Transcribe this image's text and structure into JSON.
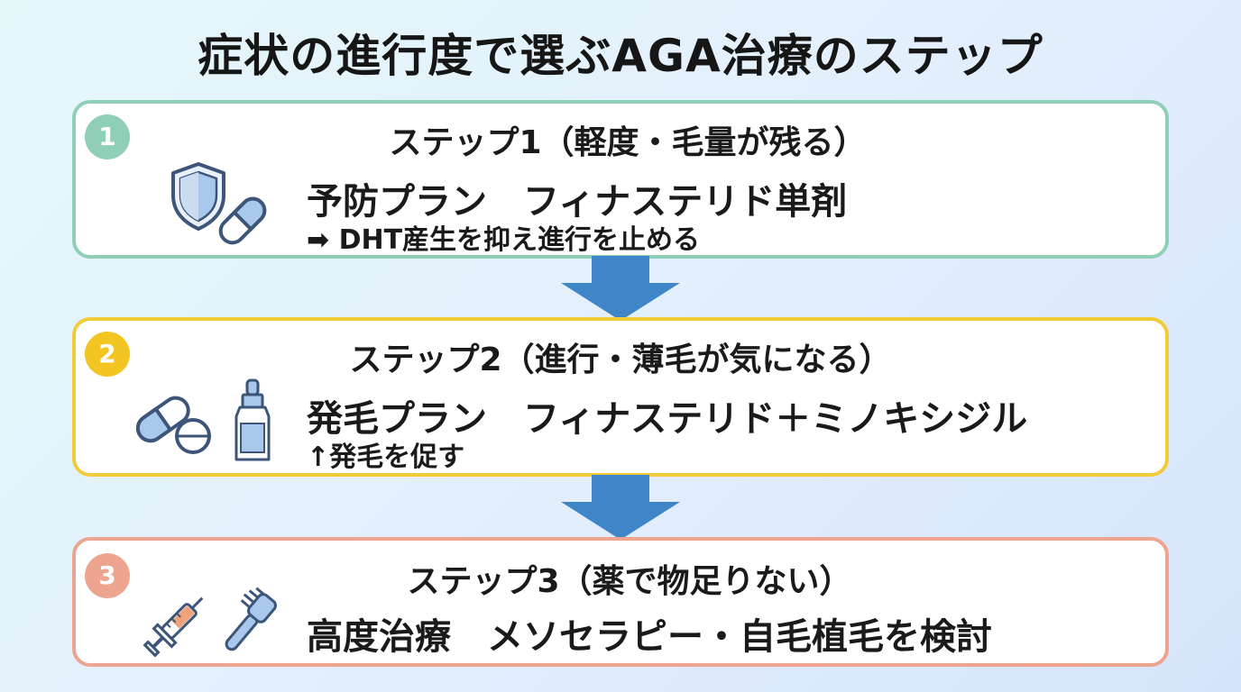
{
  "title": "症状の進行度で選ぶAGA治療のステップ",
  "steps": [
    {
      "number": "1",
      "heading": "ステップ1（軽度・毛量が残る）",
      "plan": "予防プラン　フィナステリド単剤",
      "note": "➡ DHT産生を抑え進行を止める",
      "icons": [
        "shield-icon",
        "capsule-icon"
      ],
      "color": "#8fcfb5"
    },
    {
      "number": "2",
      "heading": "ステップ2（進行・薄毛が気になる）",
      "plan": "発毛プラン　フィナステリド＋ミノキシジル",
      "note": "↑発毛を促す",
      "icons": [
        "pills-icon",
        "dropper-bottle-icon"
      ],
      "color": "#f2c522"
    },
    {
      "number": "3",
      "heading": "ステップ3（薬で物足りない）",
      "plan": "高度治療　メソセラピー・自毛植毛を検討",
      "icons": [
        "syringe-icon",
        "implant-tool-icon"
      ],
      "color": "#eea58f"
    }
  ],
  "colors": {
    "arrow": "#3f86c8",
    "icon_blue": "#a9c9ec",
    "icon_outline": "#3c5578",
    "syringe_fill": "#f0a27a"
  }
}
